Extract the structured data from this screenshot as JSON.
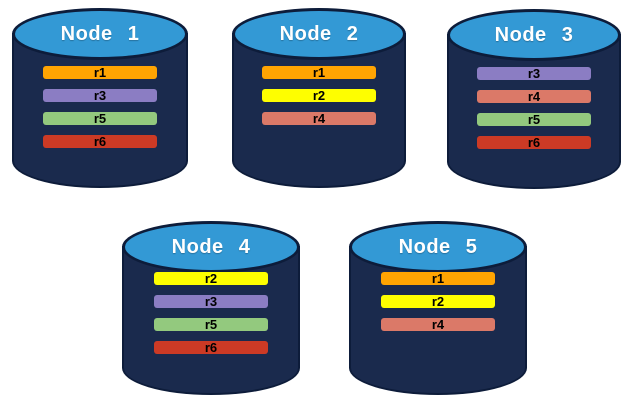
{
  "background": "#ffffff",
  "colors": {
    "cylinder_body": "#1A2A4D",
    "cylinder_top": "#3399D5",
    "cylinder_outline": "#0D1C3A",
    "title_text": "#FFFFFF",
    "bar_text": "#000000"
  },
  "replica_colors": {
    "r1": "#FFA402",
    "r2": "#FEFE00",
    "r3": "#8B7DC3",
    "r4": "#DB7968",
    "r5": "#93C97E",
    "r6": "#CC3A25"
  },
  "nodes": [
    {
      "label": "Node 1",
      "replicas": [
        "r1",
        "r3",
        "r5",
        "r6"
      ]
    },
    {
      "label": "Node 2",
      "replicas": [
        "r1",
        "r2",
        "r4"
      ]
    },
    {
      "label": "Node 3",
      "replicas": [
        "r3",
        "r4",
        "r5",
        "r6"
      ]
    },
    {
      "label": "Node 4",
      "replicas": [
        "r2",
        "r3",
        "r5",
        "r6"
      ]
    },
    {
      "label": "Node 5",
      "replicas": [
        "r1",
        "r2",
        "r4"
      ]
    }
  ]
}
